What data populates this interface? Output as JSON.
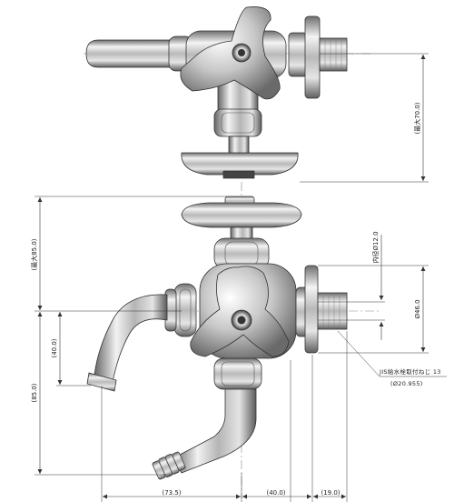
{
  "drawing": {
    "dimensions": {
      "top_max_height": "(最大70.0)",
      "max_height_85": "(最大85.0)",
      "spout_height_40": "(40.0)",
      "total_height_85": "(85.0)",
      "inner_dia_12": "内径Ø12.0",
      "outer_dia_46": "Ø46.0",
      "horiz_73_5": "(73.5)",
      "horiz_40": "(40.0)",
      "horiz_19": "(19.0)"
    },
    "callout": {
      "line1": "JIS給水栓取付ねじ 13",
      "line2": "(Ø20.955)"
    }
  }
}
